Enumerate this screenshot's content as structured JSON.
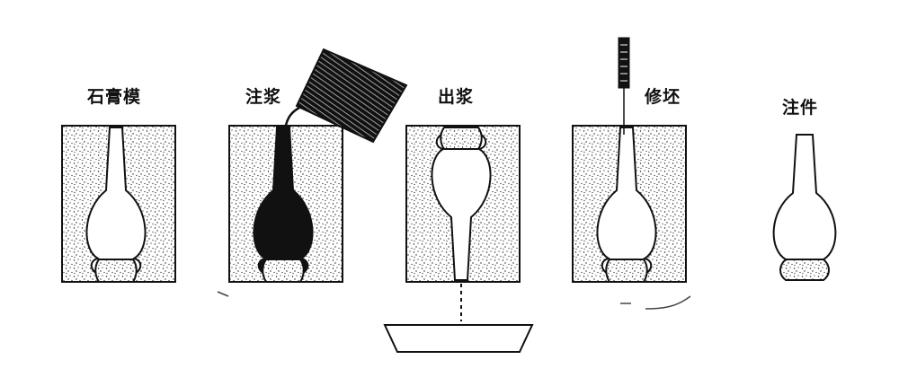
{
  "steps": [
    {
      "label": "石膏模"
    },
    {
      "label": "注浆"
    },
    {
      "label": "出浆"
    },
    {
      "label": "修坯"
    },
    {
      "label": "注件"
    }
  ],
  "colors": {
    "ink": "#111111",
    "paper": "#ffffff",
    "speckle": "#1a1a1a"
  },
  "icons": [
    "plaster-mold",
    "pouring-cup",
    "slip-tray",
    "trimming-tool",
    "cast-vase"
  ]
}
